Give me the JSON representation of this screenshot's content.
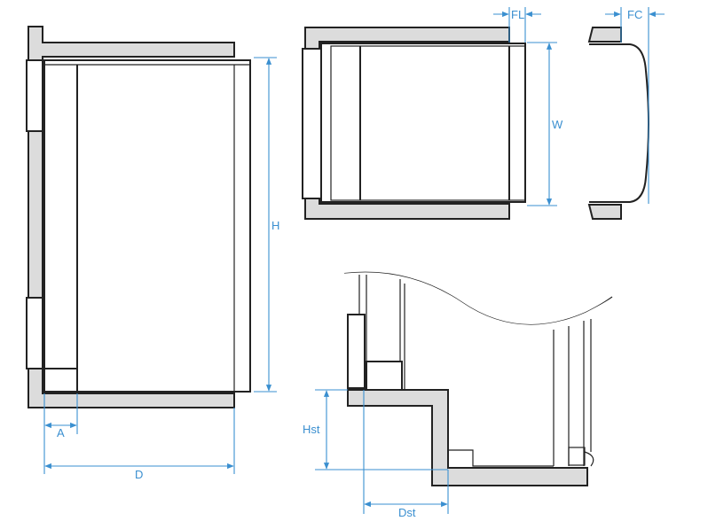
{
  "labels": {
    "h": "H",
    "w": "W",
    "a": "A",
    "d": "D",
    "fl": "FL",
    "fc": "FC",
    "hst": "Hst",
    "dst": "Dst"
  },
  "colors": {
    "wall_fill": "#dcdcdc",
    "outline": "#222222",
    "dimension": "#3a8fd0",
    "background": "#ffffff"
  }
}
